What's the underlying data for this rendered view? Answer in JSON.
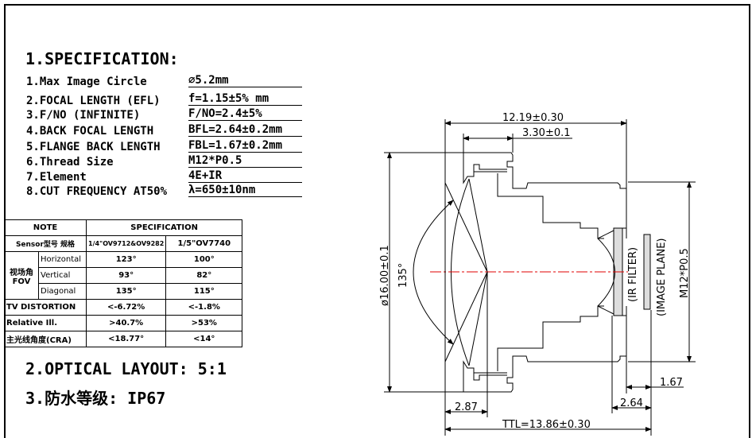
{
  "spec": {
    "title": "1.SPECIFICATION:",
    "items": [
      {
        "label": "1.Max Image Circle",
        "value": "∅5.2mm"
      },
      {
        "label": "2.FOCAL LENGTH (EFL)",
        "value": "f=1.15±5%   mm"
      },
      {
        "label": "3.F/NO (INFINITE)",
        "value": "F/NO=2.4±5%"
      },
      {
        "label": "4.BACK FOCAL LENGTH",
        "value": "BFL=2.64±0.2mm"
      },
      {
        "label": "5.FLANGE BACK LENGTH",
        "value": "FBL=1.67±0.2mm"
      },
      {
        "label": "6.Thread Size",
        "value": "M12*P0.5"
      },
      {
        "label": "7.Element",
        "value": "4E+IR"
      },
      {
        "label": "8.CUT FREQUENCY AT50%",
        "value": "λ=650±10nm"
      }
    ]
  },
  "table": {
    "note": "NOTE",
    "spec": "SPECIFICATION",
    "sensor": {
      "label": "Sensor型号 规格",
      "a": "1/4\"OV9712&OV9282",
      "b": "1/5\"OV7740"
    },
    "fov": {
      "label": "视场角 FOV",
      "rows": [
        {
          "name": "Horizontal",
          "a": "123°",
          "b": "100°"
        },
        {
          "name": "Vertical",
          "a": "93°",
          "b": "82°"
        },
        {
          "name": "Diagonal",
          "a": "135°",
          "b": "115°"
        }
      ]
    },
    "rows": [
      {
        "name": "TV DISTORTION",
        "a": "<-6.72%",
        "b": "<-1.8%"
      },
      {
        "name": "Relative Ill.",
        "a": ">40.7%",
        "b": ">53%"
      },
      {
        "name": "主光线角度(CRA)",
        "a": "<18.77°",
        "b": "<14°"
      }
    ]
  },
  "layout": "2.OPTICAL LAYOUT: 5:1",
  "waterproof": "3.防水等级: IP67",
  "drawing": {
    "d_overall": "12.19±0.30",
    "d_flange": "3.30±0.1",
    "d_dia": "ø16.00±0.1",
    "angle": "135°",
    "ir": "(IR FILTER)",
    "plane": "(IMAGE PLANE)",
    "thread": "M12*P0.5",
    "fbl": "1.67",
    "bfl": "2.64",
    "front": "2.87",
    "ttl": "TTL=13.86±0.30",
    "axis_color": "#e00000"
  }
}
